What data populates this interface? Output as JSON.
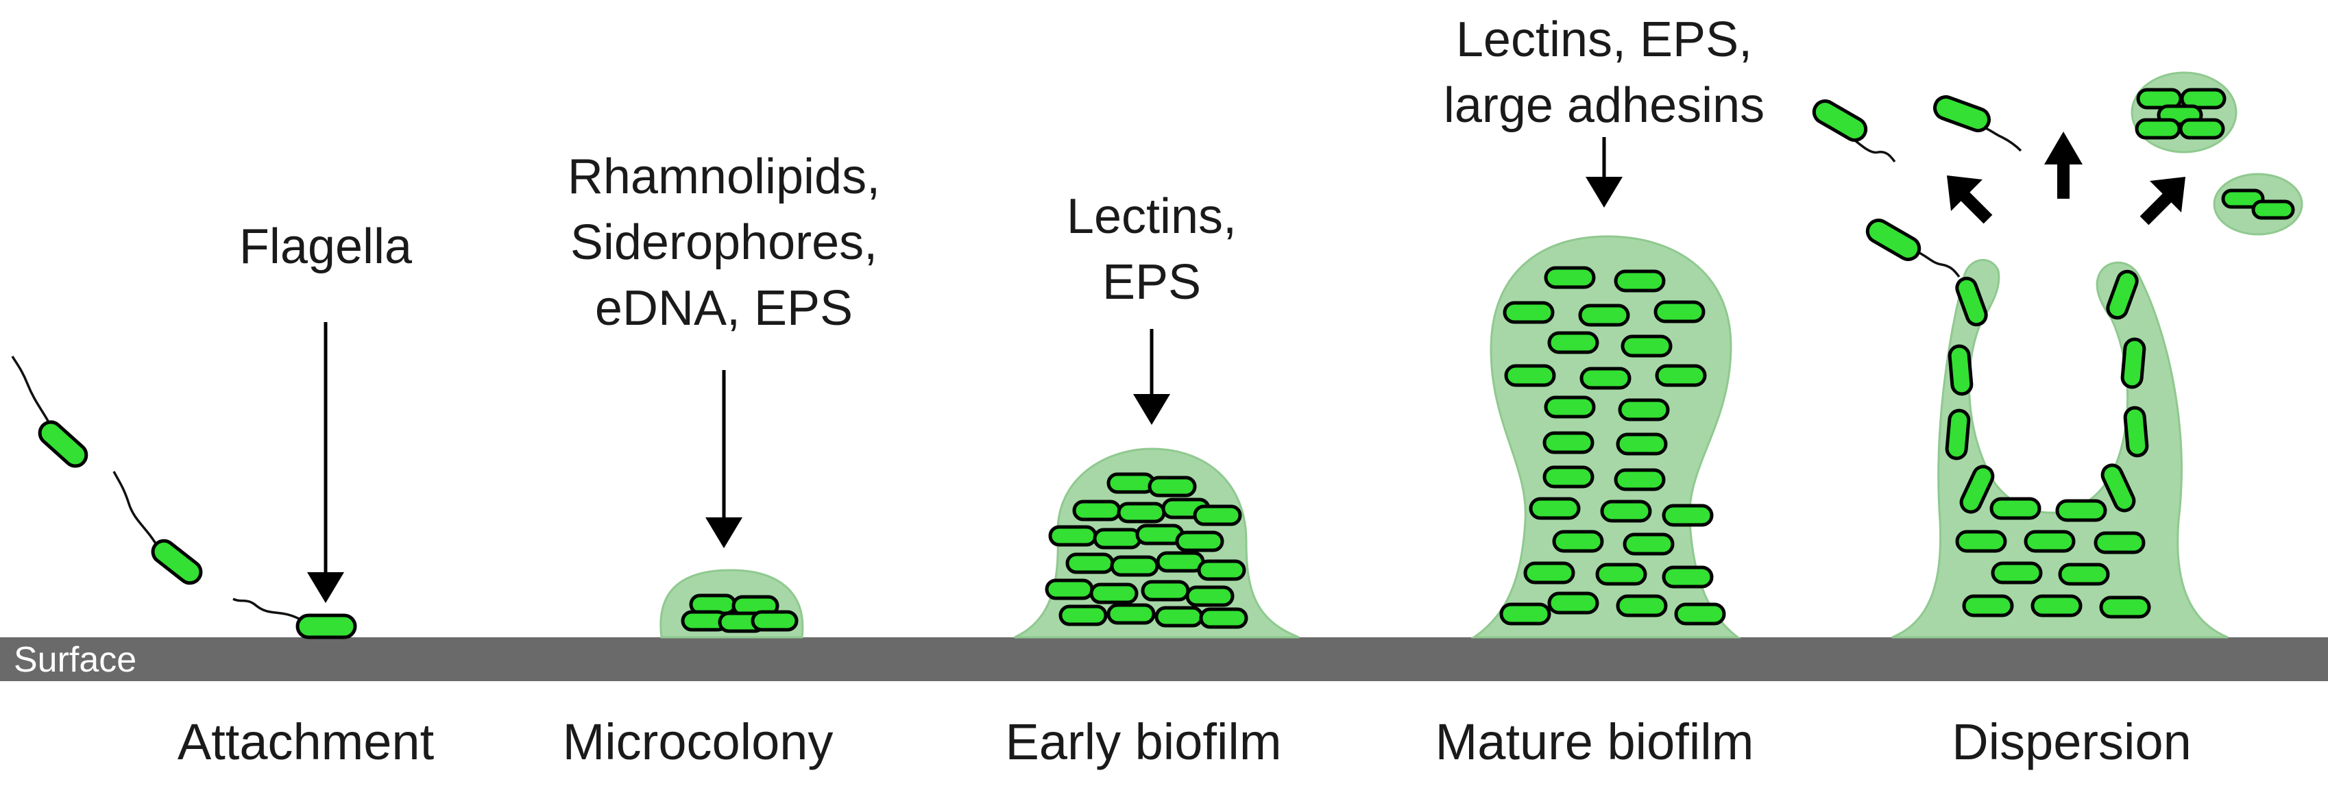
{
  "surface_label": "Surface",
  "colors": {
    "matrix": "#a7d7a7",
    "bacterium": "#33e033",
    "surface": "#6a6a6a",
    "arrow": "#000000"
  },
  "stages": [
    {
      "name": "Attachment",
      "factors": [
        "Flagella"
      ]
    },
    {
      "name": "Microcolony",
      "factors": [
        "Rhamnolipids,",
        "Siderophores,",
        "eDNA, EPS"
      ]
    },
    {
      "name": "Early biofilm",
      "factors": [
        "Lectins,",
        "EPS"
      ]
    },
    {
      "name": "Mature biofilm",
      "factors": [
        "Lectins, EPS,",
        "large adhesins"
      ]
    },
    {
      "name": "Dispersion",
      "factors": []
    }
  ],
  "icons": [
    "bacterium-icon",
    "down-arrow-icon",
    "dispersal-arrow-icon"
  ]
}
